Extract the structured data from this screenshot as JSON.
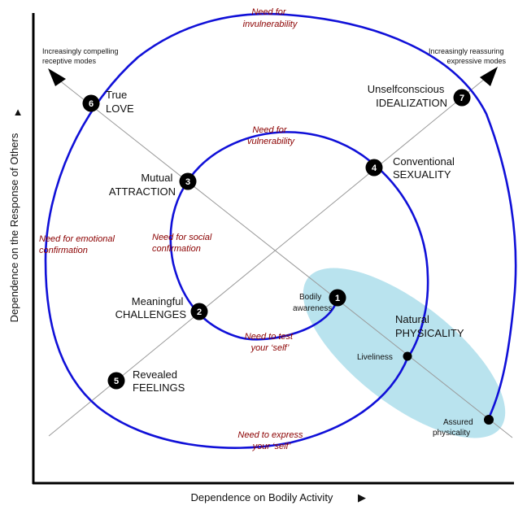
{
  "axes": {
    "x_label": "Dependence on Bodily Activity",
    "y_label": "Dependence on the Response of Others",
    "x_arrow": "▶",
    "y_arrow": "▲"
  },
  "corners": {
    "top_left": [
      "Increasingly compelling",
      "receptive modes"
    ],
    "top_right": [
      "Increasingly reassuring",
      "expressive modes"
    ]
  },
  "needs": {
    "invulnerability": [
      "Need for",
      "invulnerability"
    ],
    "vulnerability": [
      "Need for",
      "vulnerability"
    ],
    "emotional": [
      "Need for emotional",
      "confirmation"
    ],
    "social": [
      "Need for social",
      "confirmation"
    ],
    "test_self": [
      "Need to test",
      "your ‘self’"
    ],
    "express_self": [
      "Need to express",
      "your ‘self’"
    ]
  },
  "stages": [
    {
      "num": "1",
      "lines": [
        "Bodily",
        "awareness"
      ]
    },
    {
      "num": "2",
      "lines": [
        "Meaningful",
        "CHALLENGES"
      ]
    },
    {
      "num": "3",
      "lines": [
        "Mutual",
        "ATTRACTION"
      ]
    },
    {
      "num": "4",
      "lines": [
        "Conventional",
        "SEXUALITY"
      ]
    },
    {
      "num": "5",
      "lines": [
        "Revealed",
        "FEELINGS"
      ]
    },
    {
      "num": "6",
      "lines": [
        "True",
        "LOVE"
      ]
    },
    {
      "num": "7",
      "lines": [
        "Unselfconscious",
        "IDEALIZATION"
      ]
    }
  ],
  "physicality": {
    "title": [
      "Natural",
      "PHYSICALITY"
    ],
    "liveliness": "Liveliness",
    "assured": [
      "Assured",
      "physicality"
    ]
  },
  "colors": {
    "spiral": "#1010d8",
    "ellipse": "#b9e3ee",
    "need_text": "#8b0000"
  }
}
